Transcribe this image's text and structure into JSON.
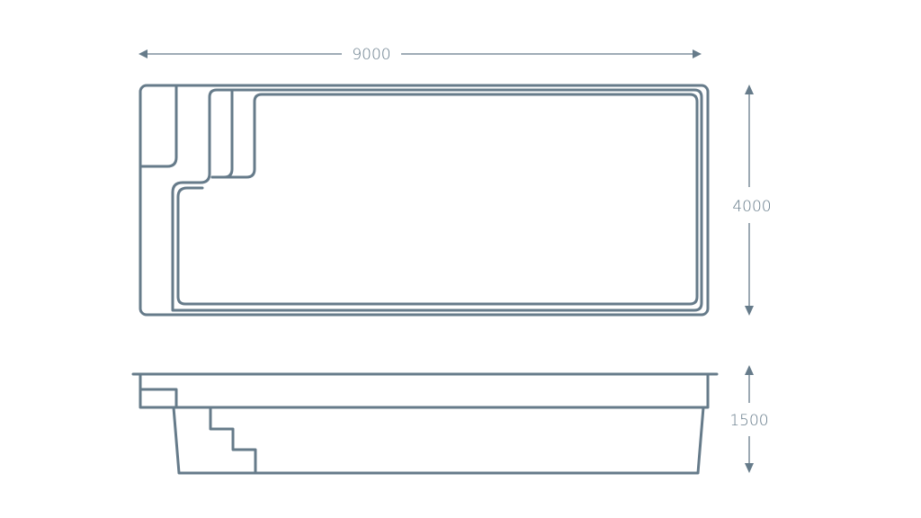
{
  "dimensions": {
    "length": "9000",
    "width": "4000",
    "depth": "1500"
  },
  "colors": {
    "line": "#667b8a",
    "background": "#ffffff"
  }
}
